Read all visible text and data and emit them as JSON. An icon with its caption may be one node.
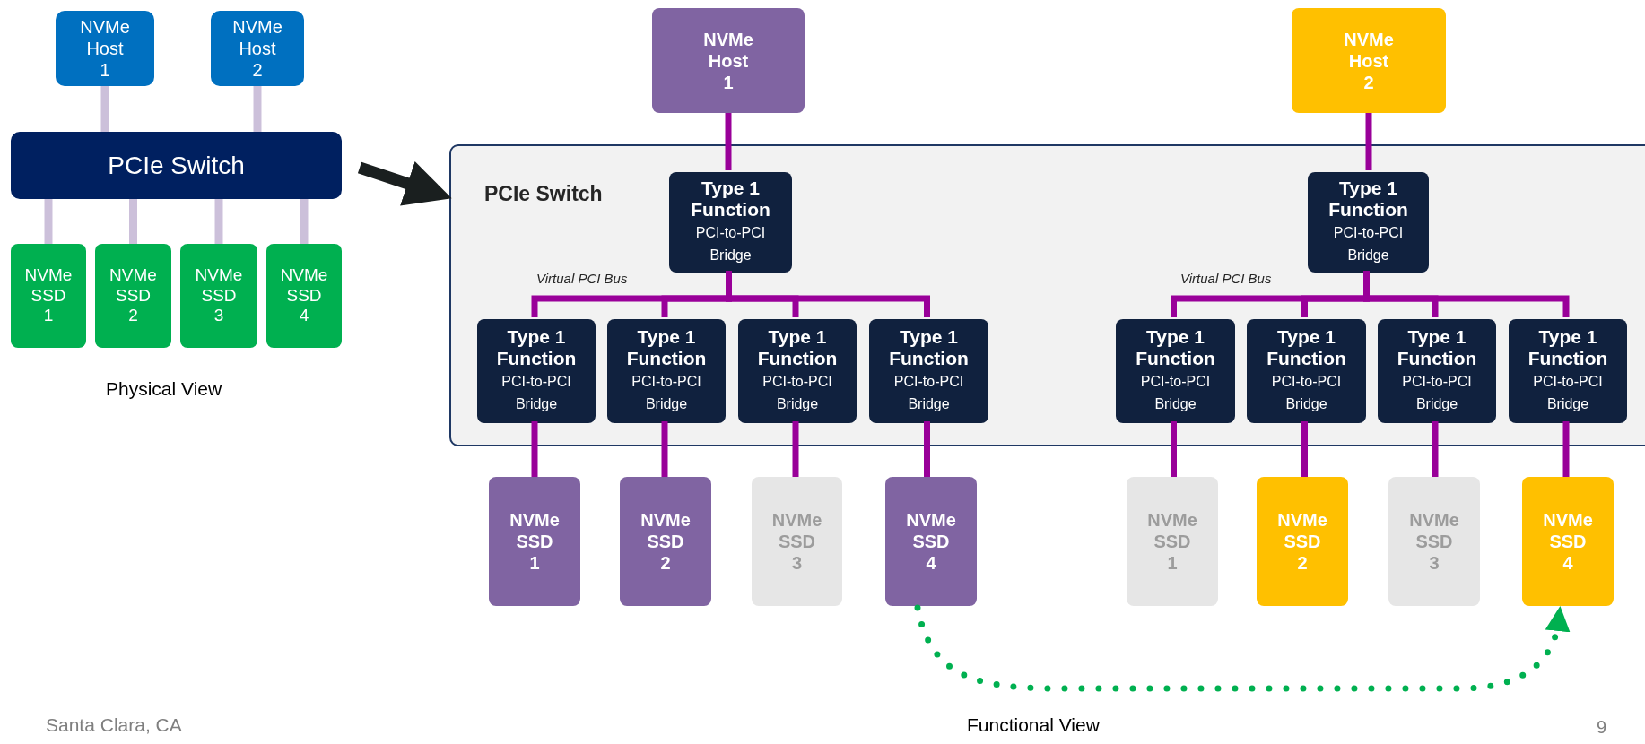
{
  "diagram": {
    "nodes": [
      {
        "text": [
          "NVMe Host 1"
        ]
      },
      {
        "text": [
          "NVMe Host 2"
        ]
      },
      {
        "text": [
          "PCIe Switch"
        ]
      },
      {
        "text": [
          "NVMe SSD 1"
        ]
      },
      {
        "text": [
          "NVMe SSD 2"
        ]
      },
      {
        "text": [
          "NVMe SSD 3"
        ]
      },
      {
        "text": [
          "NVMe SSD 4"
        ]
      },
      {
        "text": [
          "NVMe Host 1"
        ]
      },
      {
        "text": [
          "NVMe Host 2"
        ]
      },
      {
        "text": [
          "PCIe Switch"
        ]
      },
      {
        "text": [
          "Type 1 Function",
          "PCI-to-PCI Bridge"
        ],
        "in": 9
      },
      {
        "text": [
          "Type 1 Function",
          "PCI-to-PCI Bridge"
        ],
        "in": 9
      },
      {
        "text": [
          "Type 1 Function",
          "PCI-to-PCI Bridge"
        ],
        "in": 9
      },
      {
        "text": [
          "Type 1 Function",
          "PCI-to-PCI Bridge"
        ],
        "in": 9
      },
      {
        "text": [
          "Type 1 Function",
          "PCI-to-PCI Bridge"
        ],
        "in": 9
      },
      {
        "text": [
          "Type 1 Function",
          "PCI-to-PCI Bridge"
        ],
        "in": 9
      },
      {
        "text": [
          "Type 1 Function",
          "PCI-to-PCI Bridge"
        ],
        "in": 9
      },
      {
        "text": [
          "Type 1 Function",
          "PCI-to-PCI Bridge"
        ],
        "in": 9
      },
      {
        "text": [
          "Type 1 Function",
          "PCI-to-PCI Bridge"
        ],
        "in": 9
      },
      {
        "text": [
          "Type 1 Function",
          "PCI-to-PCI Bridge"
        ],
        "in": 9
      },
      {
        "text": [
          "NVMe SSD 1"
        ]
      },
      {
        "text": [
          "NVMe SSD 2"
        ]
      },
      {
        "text": [
          "NVMe SSD 3"
        ]
      },
      {
        "text": [
          "NVMe SSD 4"
        ]
      },
      {
        "text": [
          "NVMe SSD 1"
        ]
      },
      {
        "text": [
          "NVMe SSD 2"
        ]
      },
      {
        "text": [
          "NVMe SSD 3"
        ]
      },
      {
        "text": [
          "NVMe SSD 4"
        ]
      }
    ],
    "edges": [
      {
        "from": 0,
        "to": 2,
        "arrow": "none",
        "color": "#ccc0da"
      },
      {
        "from": 1,
        "to": 2,
        "arrow": "none",
        "color": "#ccc0da"
      },
      {
        "from": 2,
        "to": 3,
        "arrow": "none",
        "color": "#ccc0da"
      },
      {
        "from": 2,
        "to": 4,
        "arrow": "none",
        "color": "#ccc0da"
      },
      {
        "from": 2,
        "to": 5,
        "arrow": "none",
        "color": "#ccc0da"
      },
      {
        "from": 2,
        "to": 6,
        "arrow": "none",
        "color": "#ccc0da"
      },
      {
        "from": 2,
        "to": 9,
        "arrow": "to",
        "style": "thick",
        "color": "#1a1f1f"
      },
      {
        "from": 7,
        "to": 10,
        "arrow": "none"
      },
      {
        "from": 10,
        "to": 12,
        "arrow": "none"
      },
      {
        "from": 10,
        "to": 13,
        "arrow": "none"
      },
      {
        "from": 10,
        "to": 14,
        "arrow": "none"
      },
      {
        "from": 10,
        "to": 15,
        "arrow": "none"
      },
      {
        "from": 12,
        "to": 20,
        "arrow": "none"
      },
      {
        "from": 13,
        "to": 21,
        "arrow": "none"
      },
      {
        "from": 14,
        "to": 22,
        "arrow": "none"
      },
      {
        "from": 15,
        "to": 23,
        "arrow": "none"
      },
      {
        "from": 8,
        "to": 11,
        "arrow": "none"
      },
      {
        "from": 11,
        "to": 16,
        "arrow": "none"
      },
      {
        "from": 11,
        "to": 17,
        "arrow": "none"
      },
      {
        "from": 11,
        "to": 18,
        "arrow": "none"
      },
      {
        "from": 11,
        "to": 19,
        "arrow": "none"
      },
      {
        "from": 16,
        "to": 24,
        "arrow": "none"
      },
      {
        "from": 17,
        "to": 25,
        "arrow": "none"
      },
      {
        "from": 18,
        "to": 26,
        "arrow": "none"
      },
      {
        "from": 19,
        "to": 27,
        "arrow": "none"
      },
      {
        "from": 23,
        "to": 27,
        "arrow": "to",
        "style": "dashed",
        "color": "#00b050"
      }
    ],
    "labels": [
      "Physical View",
      "Virtual PCI Bus",
      "Virtual PCI Bus",
      "Functional View",
      "Santa Clara, CA",
      "9"
    ]
  }
}
